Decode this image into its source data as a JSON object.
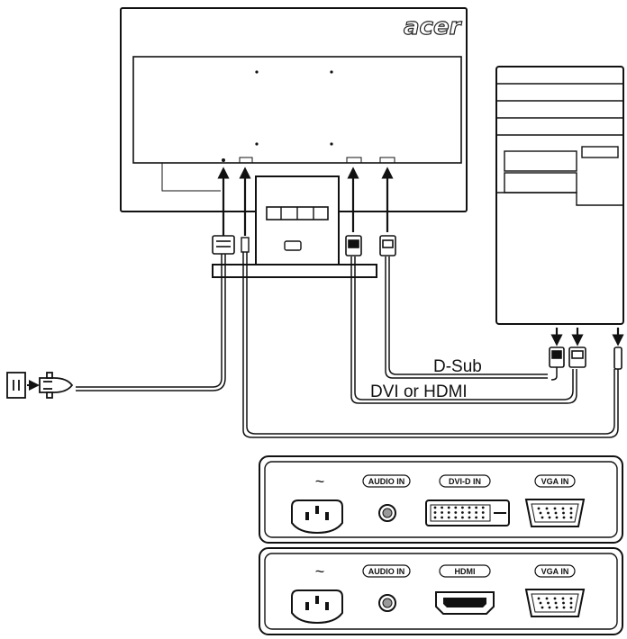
{
  "monitor": {
    "brand_logo": "acer"
  },
  "cables": {
    "dsub_label": "D-Sub",
    "dvi_hdmi_label": "DVI or HDMI"
  },
  "panel_dvi": {
    "ports": [
      {
        "key": "power",
        "label": "~"
      },
      {
        "key": "audio",
        "label": "AUDIO IN"
      },
      {
        "key": "digital",
        "label": "DVI-D IN"
      },
      {
        "key": "vga",
        "label": "VGA IN"
      }
    ]
  },
  "panel_hdmi": {
    "ports": [
      {
        "key": "power",
        "label": "~"
      },
      {
        "key": "audio",
        "label": "AUDIO IN"
      },
      {
        "key": "digital",
        "label": "HDMI"
      },
      {
        "key": "vga",
        "label": "VGA IN"
      }
    ]
  },
  "icons": [
    "power-outlet-icon",
    "power-plug-icon",
    "monitor-icon",
    "pc-tower-icon",
    "arrow-up-icon",
    "arrow-down-icon"
  ]
}
